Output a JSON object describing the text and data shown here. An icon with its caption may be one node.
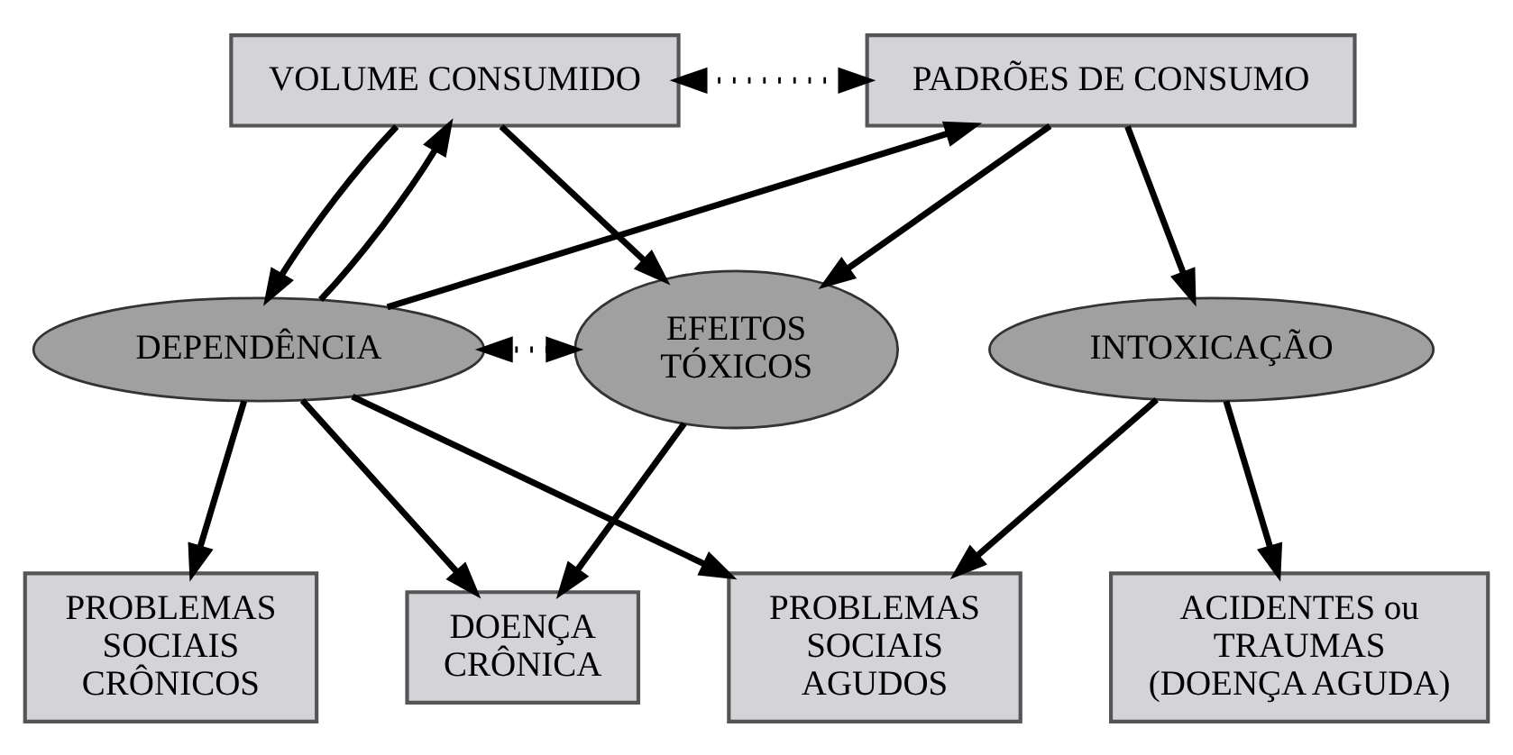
{
  "diagram": {
    "nodes": [
      {
        "text": [
          "PADRÕES DE CONSUMO"
        ]
      },
      {
        "text": [
          "VOLUME CONSUMIDO"
        ]
      },
      {
        "text": [
          "EFEITOS TÓXICOS"
        ]
      },
      {
        "text": [
          "INTOXICAÇÃO"
        ]
      },
      {
        "text": [
          "DEPENDÊNCIA"
        ]
      },
      {
        "text": [
          "DOENÇA CRÔNICA"
        ]
      },
      {
        "text": [
          "ACIDENTES ou TRAUMAS",
          "(DOENÇA AGUDA)"
        ]
      },
      {
        "text": [
          "PROBLEMAS SOCIAIS AGUDOS"
        ]
      },
      {
        "text": [
          "PROBLEMAS SOCIAIS CRÔNICOS"
        ]
      }
    ],
    "edges": [
      {
        "from": 0,
        "to": 1,
        "arrow": "both",
        "style": "dashed"
      },
      {
        "from": 0,
        "to": 2,
        "arrow": "to"
      },
      {
        "from": 0,
        "to": 3,
        "arrow": "to"
      },
      {
        "from": 1,
        "to": 2,
        "arrow": "to"
      },
      {
        "from": 4,
        "to": 0,
        "arrow": "to"
      },
      {
        "from": 1,
        "to": 4,
        "arrow": "to"
      },
      {
        "from": 4,
        "to": 1,
        "arrow": "to"
      },
      {
        "from": 2,
        "to": 4,
        "arrow": "both",
        "style": "dashed"
      },
      {
        "from": 2,
        "to": 5,
        "arrow": "to"
      },
      {
        "from": 3,
        "to": 6,
        "arrow": "to"
      },
      {
        "from": 3,
        "to": 7,
        "arrow": "to"
      },
      {
        "from": 4,
        "to": 5,
        "arrow": "to"
      },
      {
        "from": 4,
        "to": 7,
        "arrow": "to"
      },
      {
        "from": 4,
        "to": 8,
        "arrow": "to"
      }
    ]
  }
}
